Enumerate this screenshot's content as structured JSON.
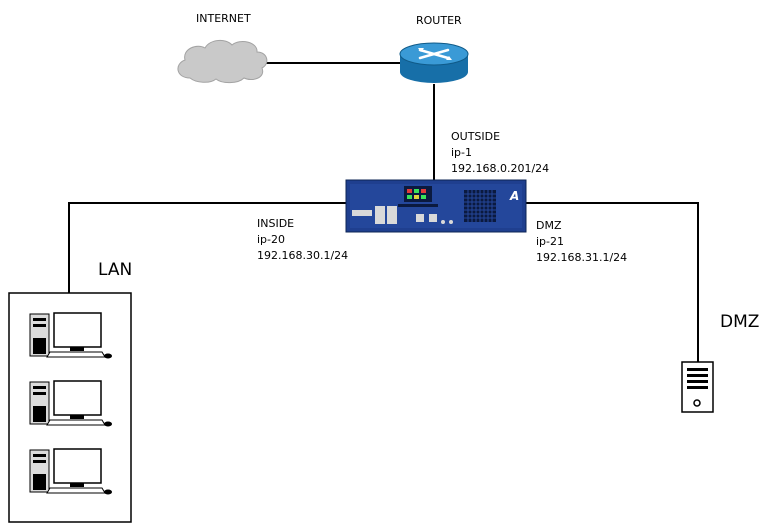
{
  "nodes": {
    "internet": {
      "label": "INTERNET"
    },
    "router": {
      "label": "ROUTER"
    },
    "lan": {
      "label": "LAN"
    },
    "dmz_server": {
      "label": "DMZ"
    }
  },
  "interfaces": {
    "outside": {
      "name": "OUTSIDE",
      "id": "ip-1",
      "ip": "192.168.0.201/24"
    },
    "inside": {
      "name": "INSIDE",
      "id": "ip-20",
      "ip": "192.168.30.1/24"
    },
    "dmz": {
      "name": "DMZ",
      "id": "ip-21",
      "ip": "192.168.31.1/24"
    }
  },
  "firewall": {
    "badge": "A"
  },
  "colors": {
    "cloud": "#c9c9c9",
    "router": "#1f7fbf",
    "firewall": "#1f3f8f",
    "line": "#000000"
  }
}
